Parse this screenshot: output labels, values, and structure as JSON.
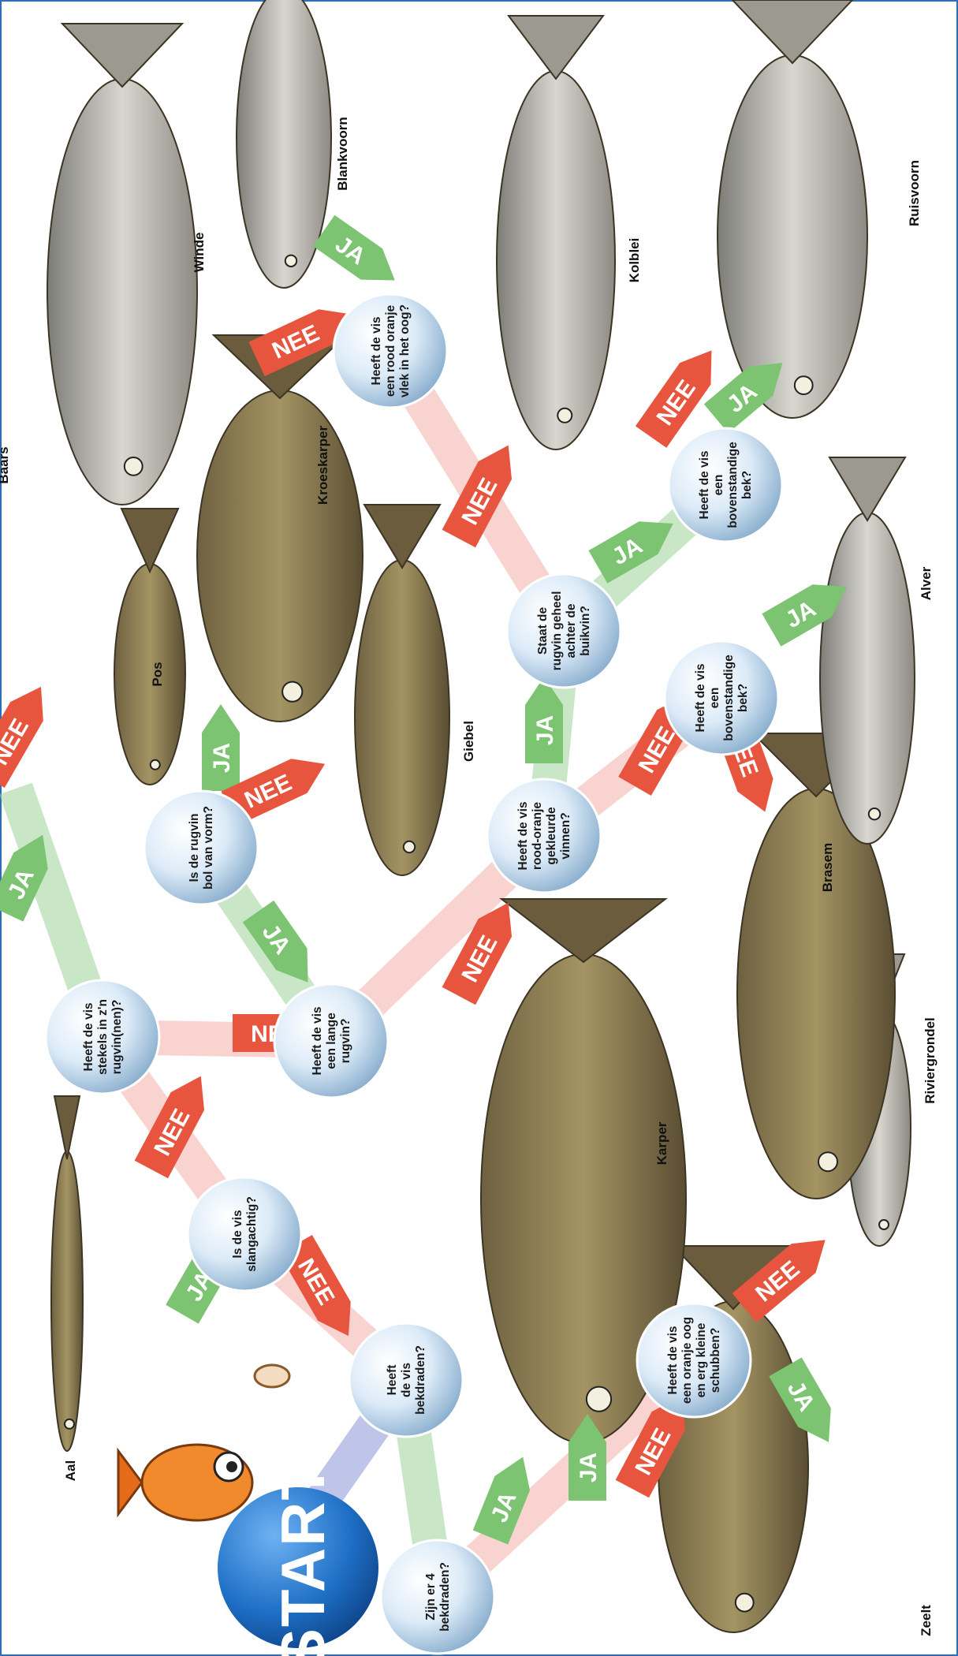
{
  "start": {
    "label": "START"
  },
  "answers": {
    "yes": "JA",
    "no": "NEE"
  },
  "colors": {
    "yes": "#7cc472",
    "no": "#e8553f",
    "node_fill": "#dcebf8",
    "node_edge": "#7fa6c8",
    "start_ball": "#1e6fc6",
    "fish_body": "#8a7a52"
  },
  "questions": {
    "q1": [
      "Heeft",
      "de vis",
      "bekdraden?"
    ],
    "q2": [
      "Zijn er 4",
      "bekdraden?"
    ],
    "q3": [
      "Heeft de vis",
      "een oranje oog",
      "en erg kleine",
      "schubben?"
    ],
    "q4": [
      "Is de vis",
      "slangachtig?"
    ],
    "q5": [
      "Heeft de vis",
      "stekels in z'n",
      "rugvin(nen)?"
    ],
    "q6": [
      "Heeft de vis",
      "een lange",
      "rugvin?"
    ],
    "q7": [
      "Is de rugvin",
      "bol van vorm?"
    ],
    "q8": [
      "Heeft de vis",
      "rood-oranje",
      "gekleurde",
      "vinnen?"
    ],
    "q9": [
      "Staat de",
      "rugvin geheel",
      "achter de",
      "buikvin?"
    ],
    "q10": [
      "Heeft de vis",
      "een rood oranje",
      "vlek in het oog?"
    ],
    "q11": [
      "Heeft de vis",
      "een",
      "bovenstandige",
      "bek?"
    ],
    "q12": [
      "Heeft de vis",
      "een",
      "bovenstandige",
      "bek?"
    ]
  },
  "fish": {
    "aal": "Aal",
    "zeelt": "Zeelt",
    "karper": "Karper",
    "riviergrondel": "Riviergrondel",
    "brasem": "Brasem",
    "alver": "Alver",
    "giebel": "Giebel",
    "kroeskarper": "Kroeskarper",
    "pos": "Pos",
    "baars": "Baars",
    "winde": "Winde",
    "blankvoorn": "Blankvoorn",
    "kolblei": "Kolblei",
    "ruisvoorn": "Ruisvoorn"
  }
}
